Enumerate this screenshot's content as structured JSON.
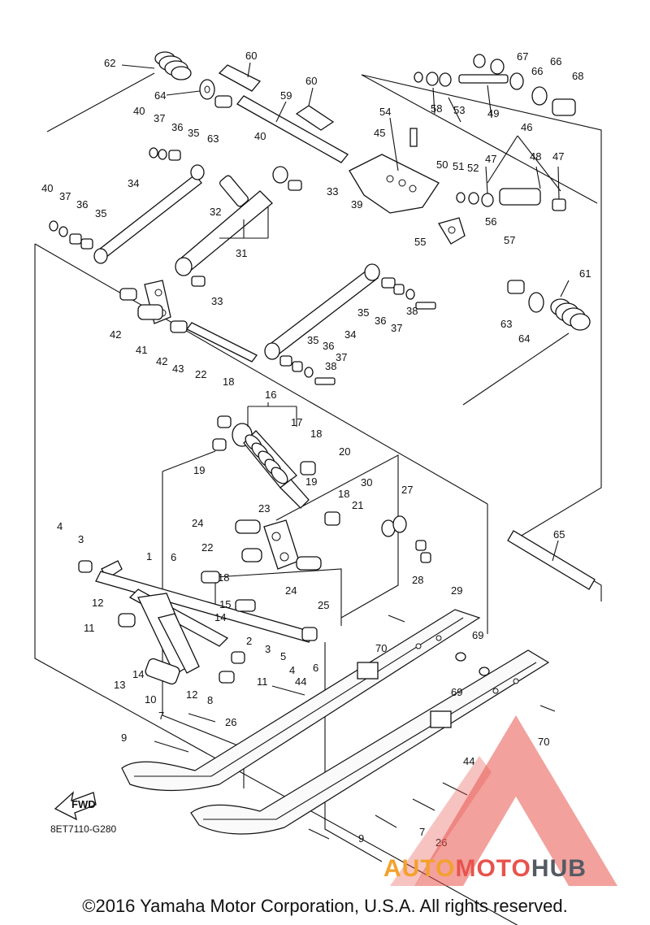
{
  "diagram": {
    "code": "8ET7110-G280",
    "copyright": "©2016 Yamaha Motor Corporation, U.S.A. All rights reserved.",
    "direction_label": "FWD"
  },
  "watermark": {
    "brand_part1": "AUTO",
    "brand_part2": "MOTO",
    "brand_part3": "HUB",
    "color_auto": "#f4a12c",
    "color_moto": "#e8534d",
    "color_hub": "#555a62"
  },
  "callouts": [
    "1",
    "2",
    "3",
    "3",
    "4",
    "4",
    "5",
    "6",
    "6",
    "7",
    "7",
    "8",
    "9",
    "9",
    "10",
    "11",
    "11",
    "12",
    "12",
    "13",
    "14",
    "14",
    "15",
    "16",
    "17",
    "18",
    "18",
    "18",
    "18",
    "19",
    "19",
    "20",
    "21",
    "22",
    "22",
    "23",
    "24",
    "24",
    "25",
    "26",
    "26",
    "27",
    "28",
    "29",
    "30",
    "31",
    "32",
    "33",
    "33",
    "34",
    "34",
    "35",
    "35",
    "35",
    "35",
    "36",
    "36",
    "36",
    "36",
    "37",
    "37",
    "37",
    "37",
    "38",
    "38",
    "39",
    "40",
    "40",
    "40",
    "41",
    "42",
    "42",
    "43",
    "44",
    "44",
    "45",
    "46",
    "47",
    "47",
    "48",
    "49",
    "50",
    "51",
    "52",
    "53",
    "54",
    "55",
    "56",
    "57",
    "58",
    "59",
    "60",
    "60",
    "61",
    "62",
    "63",
    "63",
    "64",
    "64",
    "65",
    "66",
    "66",
    "67",
    "68",
    "69",
    "69",
    "70",
    "70"
  ]
}
